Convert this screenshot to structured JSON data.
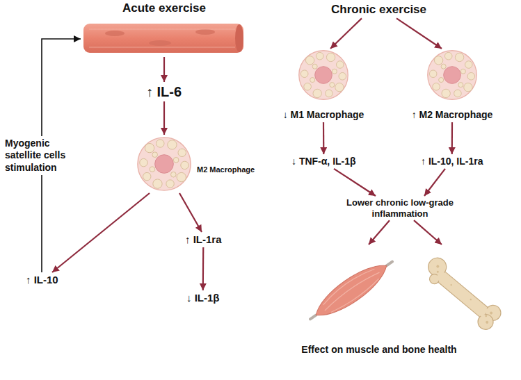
{
  "diagram": {
    "nodes": [
      {
        "text": [
          "Acute exercise"
        ]
      },
      {
        "text": [
          "↑ IL-6"
        ]
      },
      {
        "text": [
          "M2 Macrophage"
        ]
      },
      {
        "text": [
          "↑ IL-10"
        ]
      },
      {
        "text": [
          "↑ IL-1ra"
        ]
      },
      {
        "text": [
          "↓ IL-1β"
        ]
      },
      {
        "text": [
          "Chronic exercise"
        ]
      },
      {
        "text": [
          "↓ M1 Macrophage"
        ]
      },
      {
        "text": [
          "↑ M2 Macrophage"
        ]
      },
      {
        "text": [
          "↓ TNF-α, IL-1β"
        ]
      },
      {
        "text": [
          "↑ IL-10, IL-1ra"
        ]
      },
      {
        "text": [
          "Lower chronic low-grade inflammation"
        ]
      },
      {
        "text": [
          "Effect on muscle and bone health"
        ]
      }
    ],
    "edges": [
      {
        "from": 0,
        "to": 1,
        "arrow": "to"
      },
      {
        "from": 1,
        "to": 2,
        "arrow": "to"
      },
      {
        "from": 2,
        "to": 3,
        "arrow": "to"
      },
      {
        "from": 2,
        "to": 4,
        "arrow": "to"
      },
      {
        "from": 4,
        "to": 5,
        "arrow": "to"
      },
      {
        "from": 3,
        "to": 0,
        "label": "Myogenic satellite cells stimulation",
        "arrow": "to"
      },
      {
        "from": 6,
        "to": 7,
        "arrow": "to"
      },
      {
        "from": 6,
        "to": 8,
        "arrow": "to"
      },
      {
        "from": 7,
        "to": 9,
        "arrow": "to"
      },
      {
        "from": 8,
        "to": 10,
        "arrow": "to"
      },
      {
        "from": 9,
        "to": 11,
        "arrow": "to"
      },
      {
        "from": 10,
        "to": 11,
        "arrow": "to"
      },
      {
        "from": 11,
        "to": 12,
        "arrow": "to"
      },
      {
        "from": 11,
        "to": 12,
        "arrow": "to"
      }
    ]
  }
}
